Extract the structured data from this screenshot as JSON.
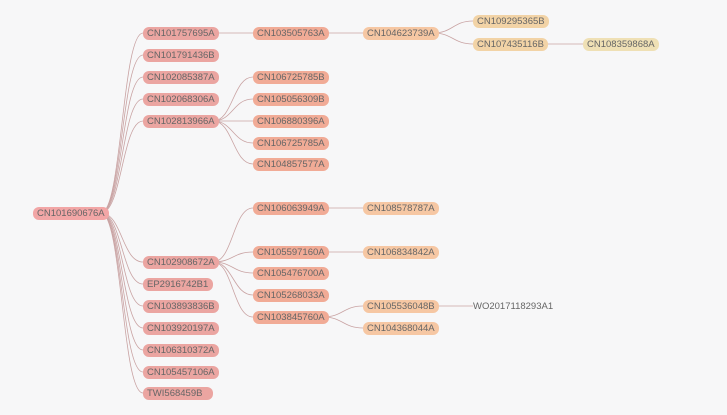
{
  "colors": {
    "background": "#f7f7f8",
    "link": "#c9a3a3",
    "text": "#666666",
    "level": [
      "#f2a6a6",
      "#eba5a1",
      "#f1ab96",
      "#f6c7a3",
      "#f2d3a6",
      "#efe0b5"
    ]
  },
  "tree": {
    "nodes": [
      {
        "id": "n0",
        "label": "CN101690676A",
        "level": 0
      },
      {
        "id": "n1",
        "label": "CN101757695A",
        "level": 1,
        "parent": "n0"
      },
      {
        "id": "n2",
        "label": "CN101791436B",
        "level": 1,
        "parent": "n0"
      },
      {
        "id": "n3",
        "label": "CN102085387A",
        "level": 1,
        "parent": "n0"
      },
      {
        "id": "n4",
        "label": "CN102068306A",
        "level": 1,
        "parent": "n0"
      },
      {
        "id": "n5",
        "label": "CN102813966A",
        "level": 1,
        "parent": "n0"
      },
      {
        "id": "n6",
        "label": "CN102908672A",
        "level": 1,
        "parent": "n0"
      },
      {
        "id": "n7",
        "label": "EP2916742B1",
        "level": 1,
        "parent": "n0"
      },
      {
        "id": "n8",
        "label": "CN103893836B",
        "level": 1,
        "parent": "n0"
      },
      {
        "id": "n9",
        "label": "CN103920197A",
        "level": 1,
        "parent": "n0"
      },
      {
        "id": "n10",
        "label": "CN106310372A",
        "level": 1,
        "parent": "n0"
      },
      {
        "id": "n11",
        "label": "CN105457106A",
        "level": 1,
        "parent": "n0"
      },
      {
        "id": "n12",
        "label": "TWI568459B",
        "level": 1,
        "parent": "n0"
      },
      {
        "id": "n13",
        "label": "CN103505763A",
        "level": 2,
        "parent": "n1"
      },
      {
        "id": "n14",
        "label": "CN106725785B",
        "level": 2,
        "parent": "n5"
      },
      {
        "id": "n15",
        "label": "CN105056309B",
        "level": 2,
        "parent": "n5"
      },
      {
        "id": "n16",
        "label": "CN106880396A",
        "level": 2,
        "parent": "n5"
      },
      {
        "id": "n17",
        "label": "CN106725785A",
        "level": 2,
        "parent": "n5"
      },
      {
        "id": "n18",
        "label": "CN104857577A",
        "level": 2,
        "parent": "n5"
      },
      {
        "id": "n19",
        "label": "CN106063949A",
        "level": 2,
        "parent": "n6"
      },
      {
        "id": "n20",
        "label": "CN105597160A",
        "level": 2,
        "parent": "n6"
      },
      {
        "id": "n21",
        "label": "CN105476700A",
        "level": 2,
        "parent": "n6"
      },
      {
        "id": "n22",
        "label": "CN105268033A",
        "level": 2,
        "parent": "n6"
      },
      {
        "id": "n23",
        "label": "CN103845760A",
        "level": 2,
        "parent": "n6"
      },
      {
        "id": "n24",
        "label": "CN104623739A",
        "level": 3,
        "parent": "n13"
      },
      {
        "id": "n25",
        "label": "CN108578787A",
        "level": 3,
        "parent": "n19"
      },
      {
        "id": "n26",
        "label": "CN106834842A",
        "level": 3,
        "parent": "n20"
      },
      {
        "id": "n27",
        "label": "CN105536048B",
        "level": 3,
        "parent": "n23"
      },
      {
        "id": "n28",
        "label": "CN104368044A",
        "level": 3,
        "parent": "n23"
      },
      {
        "id": "n29",
        "label": "CN109295365B",
        "level": 4,
        "parent": "n24"
      },
      {
        "id": "n30",
        "label": "CN107435116B",
        "level": 4,
        "parent": "n24"
      },
      {
        "id": "n31",
        "label": "WO2017118293A1",
        "level": 4,
        "parent": "n27"
      },
      {
        "id": "n32",
        "label": "CN108359868A",
        "level": 5,
        "parent": "n30"
      }
    ]
  }
}
